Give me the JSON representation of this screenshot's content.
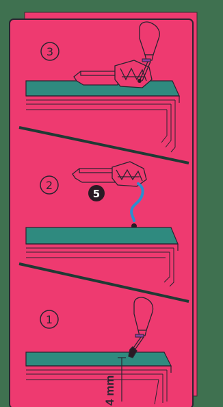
{
  "colors": {
    "background": "#3f7150",
    "panel": "#ee3a70",
    "panel_back": "#ee3a70",
    "outline": "#2a2430",
    "teal": "#2f8a7f",
    "accent_purple": "#8a3fa0",
    "accent_blue": "#2a8fd0",
    "marker": "#2a1a24"
  },
  "steps": [
    {
      "number": "3",
      "icon": "screwdriver-tighten-bracket"
    },
    {
      "number": "2",
      "icon": "place-bracket-on-screw"
    },
    {
      "number": "1",
      "icon": "screwdriver-insert-screw"
    }
  ],
  "callout": {
    "number": "5",
    "icon": "part-number-badge"
  },
  "measurement": {
    "label": "4 mm"
  }
}
